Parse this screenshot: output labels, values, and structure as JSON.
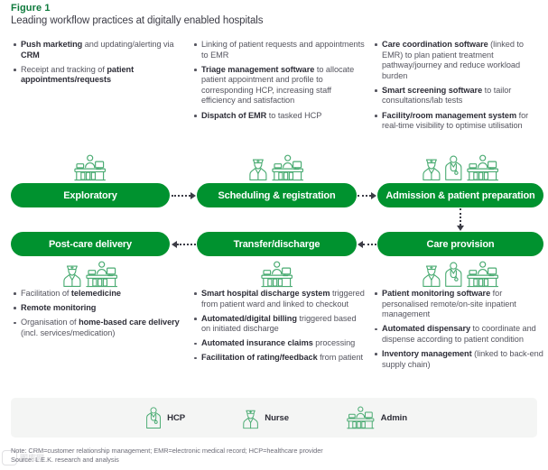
{
  "header": {
    "figure_label": "Figure 1",
    "title": "Leading workflow practices at digitally enabled hospitals"
  },
  "colors": {
    "pill_green": "#00922f",
    "heading_green": "#0e7a3c",
    "icon_green": "#4aab72",
    "body_text": "#55555f",
    "bold_text": "#2e2e38",
    "legend_band": "#f4f5f4",
    "connector": "#3c3c46"
  },
  "stages": [
    {
      "id": "exploratory",
      "label": "Exploratory",
      "icons": [
        "admin-desk-icon"
      ]
    },
    {
      "id": "scheduling",
      "label": "Scheduling & registration",
      "icons": [
        "nurse-icon",
        "admin-desk-icon"
      ]
    },
    {
      "id": "admission",
      "label": "Admission & patient preparation",
      "icons": [
        "nurse-icon",
        "hcp-icon",
        "admin-desk-icon"
      ]
    },
    {
      "id": "postcare",
      "label": "Post-care delivery",
      "icons": [
        "nurse-icon",
        "admin-desk-icon"
      ]
    },
    {
      "id": "transfer",
      "label": "Transfer/discharge",
      "icons": [
        "admin-desk-icon"
      ]
    },
    {
      "id": "careprovision",
      "label": "Care provision",
      "icons": [
        "nurse-icon",
        "hcp-icon",
        "admin-desk-icon"
      ]
    }
  ],
  "bullets": {
    "exploratory": [
      [
        {
          "t": "Push marketing",
          "b": true
        },
        {
          "t": " and updating/alerting via ",
          "b": false
        },
        {
          "t": "CRM",
          "b": true
        }
      ],
      [
        {
          "t": "Receipt and tracking of ",
          "b": false
        },
        {
          "t": "patient appointments/requests",
          "b": true
        }
      ]
    ],
    "scheduling": [
      [
        {
          "t": "Linking of patient requests and appointments to EMR",
          "b": false
        }
      ],
      [
        {
          "t": "Triage management software",
          "b": true
        },
        {
          "t": " to allocate patient appointment and profile to corresponding HCP, increasing staff efficiency and satisfaction",
          "b": false
        }
      ],
      [
        {
          "t": "Dispatch of EMR",
          "b": true
        },
        {
          "t": " to tasked HCP",
          "b": false
        }
      ]
    ],
    "admission": [
      [
        {
          "t": "Care coordination software",
          "b": true
        },
        {
          "t": " (linked to EMR) to plan patient treatment pathway/journey and reduce workload burden",
          "b": false
        }
      ],
      [
        {
          "t": "Smart screening software",
          "b": true
        },
        {
          "t": " to tailor consultations/lab tests",
          "b": false
        }
      ],
      [
        {
          "t": "Facility/room management system",
          "b": true
        },
        {
          "t": " for real-time visibility to optimise utilisation",
          "b": false
        }
      ]
    ],
    "postcare": [
      [
        {
          "t": "Facilitation of ",
          "b": false
        },
        {
          "t": "telemedicine",
          "b": true
        }
      ],
      [
        {
          "t": "Remote monitoring",
          "b": true
        }
      ],
      [
        {
          "t": "Organisation of ",
          "b": false
        },
        {
          "t": "home-based care delivery",
          "b": true
        },
        {
          "t": " (incl. services/medication)",
          "b": false
        }
      ]
    ],
    "transfer": [
      [
        {
          "t": "Smart hospital discharge system",
          "b": true
        },
        {
          "t": " triggered from patient ward and linked to checkout",
          "b": false
        }
      ],
      [
        {
          "t": "Automated/digital billing",
          "b": true
        },
        {
          "t": " triggered based on initiated discharge",
          "b": false
        }
      ],
      [
        {
          "t": "Automated insurance claims",
          "b": true
        },
        {
          "t": " processing",
          "b": false
        }
      ],
      [
        {
          "t": "Facilitation of rating/feedback",
          "b": true
        },
        {
          "t": " from patient",
          "b": false
        }
      ]
    ],
    "careprovision": [
      [
        {
          "t": "Patient monitoring software",
          "b": true
        },
        {
          "t": " for personalised remote/on-site inpatient management",
          "b": false
        }
      ],
      [
        {
          "t": "Automated dispensary",
          "b": true
        },
        {
          "t": " to coordinate and dispense according to patient condition",
          "b": false
        }
      ],
      [
        {
          "t": "Inventory management",
          "b": true
        },
        {
          "t": " (linked to back-end supply chain)",
          "b": false
        }
      ]
    ]
  },
  "legend": [
    {
      "icon": "hcp-icon",
      "label": "HCP"
    },
    {
      "icon": "nurse-icon",
      "label": "Nurse"
    },
    {
      "icon": "admin-desk-icon",
      "label": "Admin"
    }
  ],
  "footer": {
    "note": "Note: CRM=customer relationship management; EMR=electronic medical record; HCP=healthcare provider",
    "source": "Source: L.E.K. research and analysis"
  },
  "watermark": {
    "text": "图库网"
  }
}
